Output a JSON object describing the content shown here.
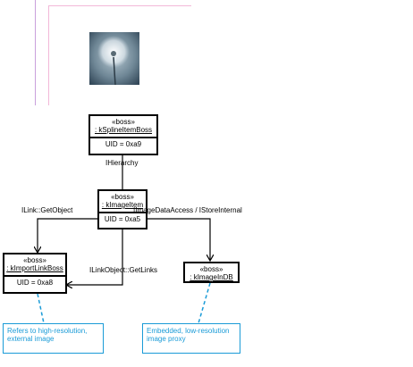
{
  "boxes": {
    "spline": {
      "stereotype": "«boss»",
      "name": ": kSplineItemBoss",
      "attr": "UID = 0xa9"
    },
    "image": {
      "stereotype": "«boss»",
      "name": ": kImageItem",
      "attr": "UID = 0xa5"
    },
    "importlink": {
      "stereotype": "«boss»",
      "name": ": kImportLinkBoss",
      "attr": "UID = 0xa8"
    },
    "imageindb": {
      "stereotype": "«boss»",
      "name": ": kImageInDB"
    }
  },
  "labels": {
    "ihierarchy": "IHierarchy",
    "ilink_getobject": "ILink::GetObject",
    "iimagedataaccess": "IImageDataAccess / IStoreInternal",
    "ilinkobject_getlinks": "ILinkObject::GetLinks"
  },
  "notes": {
    "highres": [
      "Refers to high-resolution,",
      "external image"
    ],
    "lowres": [
      "Embedded, low-resolution",
      "image proxy"
    ]
  },
  "colors": {
    "frame_pink": "#f2b8d8",
    "frame_purple": "#c9a0dc",
    "note_blue": "#1a9bd7"
  },
  "icons": {
    "thumbnail": "dandelion-photo"
  }
}
